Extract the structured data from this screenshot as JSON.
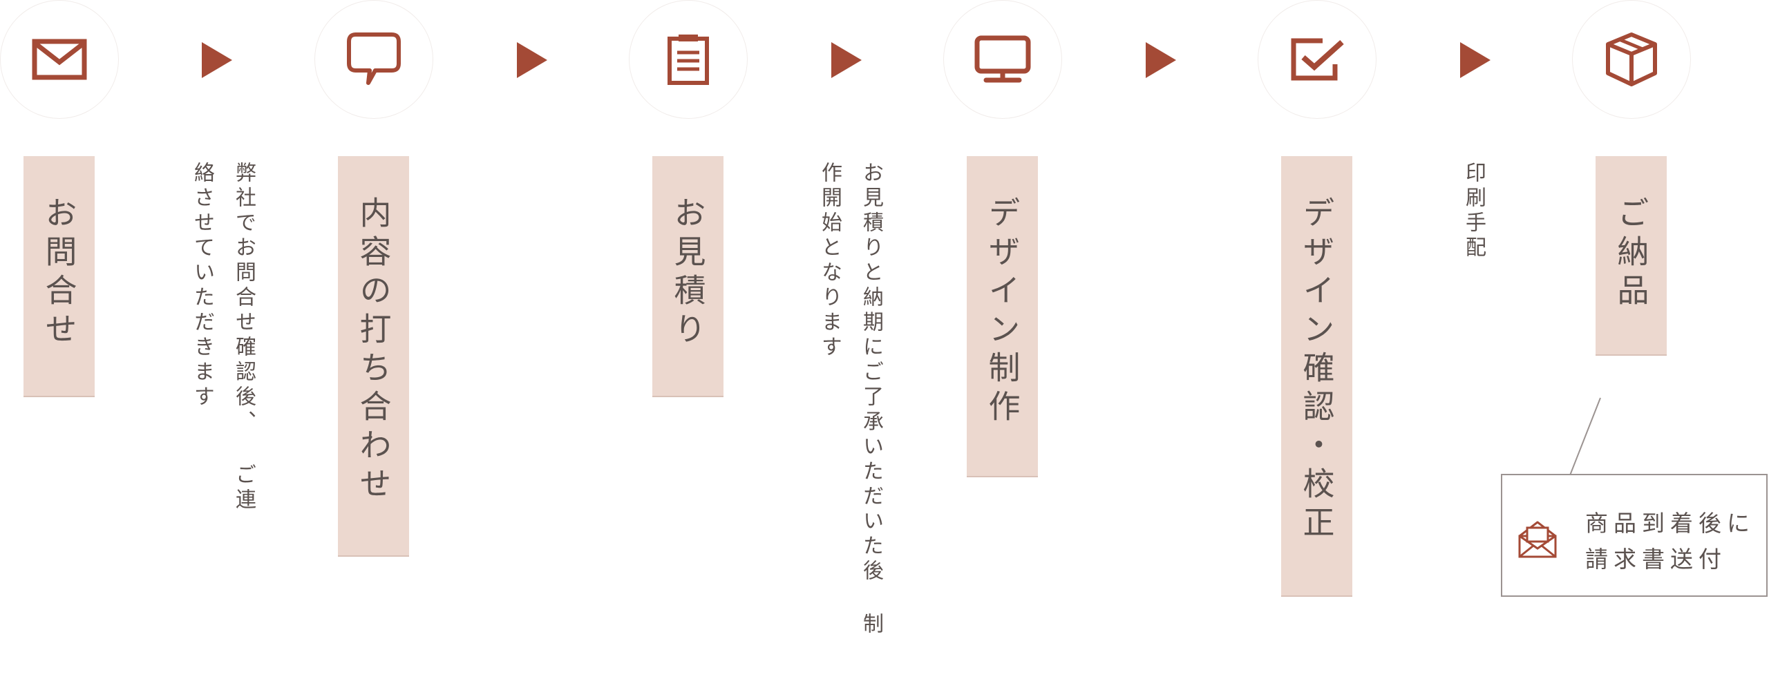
{
  "colors": {
    "accent": "#a44a36",
    "label_bg": "#ecd8cf",
    "text": "#5b524f"
  },
  "steps": [
    {
      "icon": "mail-icon",
      "label": "お問合せ",
      "description": "弊社でお問合せ確認後、\nご連絡させていただきます"
    },
    {
      "icon": "speech-bubble-icon",
      "label": "内容の打ち合わせ",
      "description": ""
    },
    {
      "icon": "clipboard-icon",
      "label": "お見積り",
      "description": "お見積りと納期にご了承いただいた後\n制作開始となります"
    },
    {
      "icon": "monitor-icon",
      "label": "デザイン制作",
      "description": ""
    },
    {
      "icon": "checkbox-icon",
      "label": "デザイン確認・校正",
      "description": "印刷手配"
    },
    {
      "icon": "box-icon",
      "label": "ご納品",
      "description": ""
    }
  ],
  "callout": {
    "icon": "open-envelope-icon",
    "text": "商品到着後に\n請求書送付"
  }
}
